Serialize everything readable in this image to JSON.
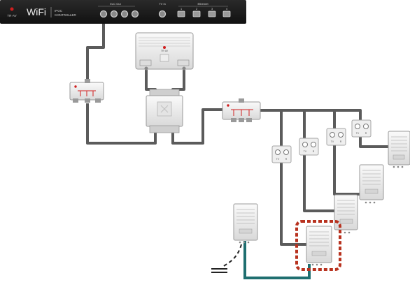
{
  "controller": {
    "brand": "TR·AV",
    "wifi": "WiFi",
    "model_line1": "IPOC",
    "model_line2": "CONTROLLER",
    "group_eoc": "EoC Out",
    "group_tv": "TV In",
    "group_eth": "Ethernet",
    "eth_ports": [
      "1",
      "2",
      "3",
      "4"
    ]
  },
  "amplifier": {
    "brand": "TR·AV"
  },
  "outlets": [
    {
      "tv": "TV",
      "r": "R"
    },
    {
      "tv": "TV",
      "r": "R"
    },
    {
      "tv": "TV",
      "r": "R"
    },
    {
      "tv": "TV",
      "r": "R"
    }
  ],
  "colors": {
    "cable": "#5b5b5b",
    "cable_ethernet": "#1f6f70",
    "highlight": "#b8321f",
    "controller_bg": "#1b1b1b",
    "brand_red": "#d01f1f"
  }
}
